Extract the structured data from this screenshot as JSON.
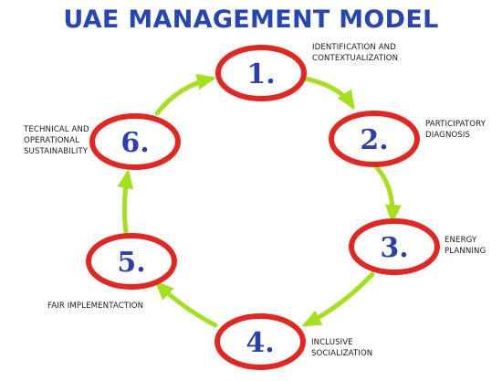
{
  "title": "UAE MANAGEMENT MODEL",
  "colors": {
    "title": "#2746b4",
    "ring": "#e52620",
    "number": "#2c3fb0",
    "arrow": "#a4e01c"
  },
  "steps": [
    {
      "number": "1.",
      "label": "IDENTIFICATION AND\nCONTEXTUALIZATION"
    },
    {
      "number": "2.",
      "label": "PARTICIPATORY\nDIAGNOSIS"
    },
    {
      "number": "3.",
      "label": "ENERGY\nPLANNING"
    },
    {
      "number": "4.",
      "label": "INCLUSIVE\nSOCIALIZATION"
    },
    {
      "number": "5.",
      "label": "FAIR IMPLEMENTACTION"
    },
    {
      "number": "6.",
      "label": "TECHNICAL AND\nOPERATIONAL\nSUSTAINABILITY"
    }
  ]
}
